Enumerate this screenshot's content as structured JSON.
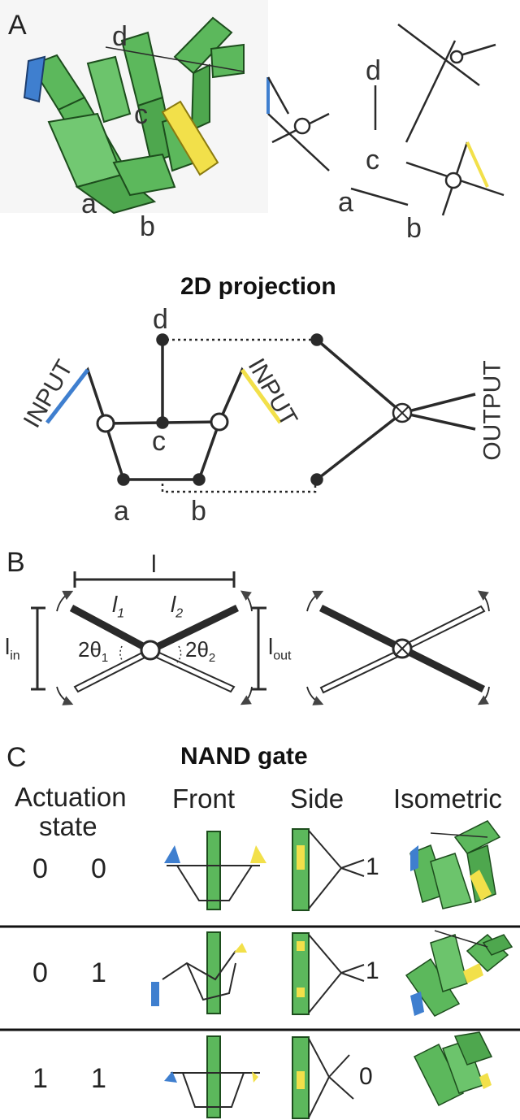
{
  "panels": {
    "a": "A",
    "b": "B",
    "c": "C"
  },
  "vertex_letters": {
    "a": "a",
    "b": "b",
    "c": "c",
    "d": "d"
  },
  "projection": {
    "title": "2D projection",
    "input": "INPUT",
    "output": "OUTPUT"
  },
  "panel_b": {
    "l": "l",
    "l1": "l",
    "l1_sub": "1",
    "l2": "l",
    "l2_sub": "2",
    "lin": "l",
    "lin_sub": "in",
    "lout": "l",
    "lout_sub": "out",
    "theta1": "2θ",
    "theta1_sub": "1",
    "theta2": "2θ",
    "theta2_sub": "2"
  },
  "nand": {
    "title": "NAND gate",
    "headers": {
      "state_line1": "Actuation",
      "state_line2": "state",
      "front": "Front",
      "side": "Side",
      "isometric": "Isometric"
    },
    "rows": [
      {
        "in1": "0",
        "in2": "0",
        "out": "1"
      },
      {
        "in1": "0",
        "in2": "1",
        "out": "1"
      },
      {
        "in1": "1",
        "in2": "1",
        "out": "0"
      }
    ]
  },
  "colors": {
    "green": "#5cb85c",
    "dark_green": "#2f6f2f",
    "blue": "#3f7fcf",
    "yellow": "#f2e04a",
    "line": "#2a2a2a"
  }
}
